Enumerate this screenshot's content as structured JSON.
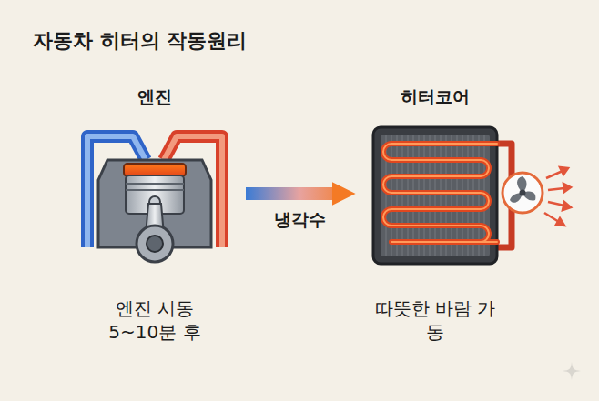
{
  "diagram": {
    "title": "자동차 히터의 작동원리",
    "nodes": [
      {
        "text": [
          "엔진",
          "엔진 시동 5~10분 후"
        ]
      },
      {
        "text": [
          "히터코어",
          "따뜻한 바람 가동"
        ]
      }
    ],
    "edges": [
      {
        "from": 0,
        "to": 1,
        "label": "냉각수",
        "arrow": "to"
      }
    ]
  }
}
